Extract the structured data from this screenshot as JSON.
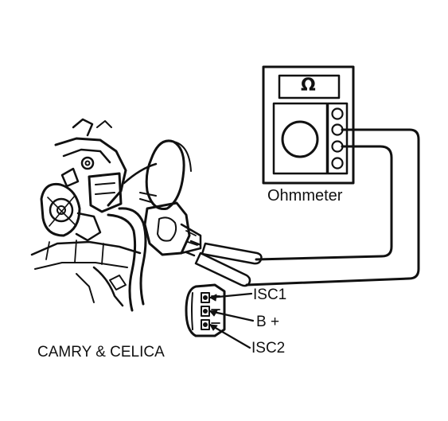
{
  "ohmmeter": {
    "label": "Ohmmeter",
    "display_symbol": "Ω"
  },
  "connector": {
    "pins": {
      "isc1": "ISC1",
      "b_plus": "B +",
      "isc2": "ISC2"
    }
  },
  "caption": "CAMRY & CELICA",
  "colors": {
    "ink": "#111111",
    "background": "#ffffff"
  }
}
